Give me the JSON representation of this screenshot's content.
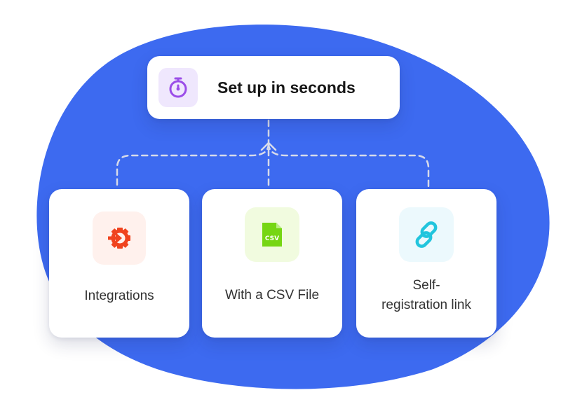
{
  "header": {
    "title": "Set up in seconds",
    "icon": "stopwatch-icon"
  },
  "options": [
    {
      "label": "Integrations",
      "icon": "gear-arrow-icon"
    },
    {
      "label": "With a CSV File",
      "icon": "csv-file-icon",
      "icon_text": "CSV"
    },
    {
      "label_line1": "Self-",
      "label_line2": "registration link",
      "icon": "link-icon"
    }
  ],
  "colors": {
    "blob": "#3d6af0",
    "stopwatch": "#9b4de8",
    "integrations": "#f0441f",
    "csv": "#76d614",
    "link": "#22c5dd"
  }
}
